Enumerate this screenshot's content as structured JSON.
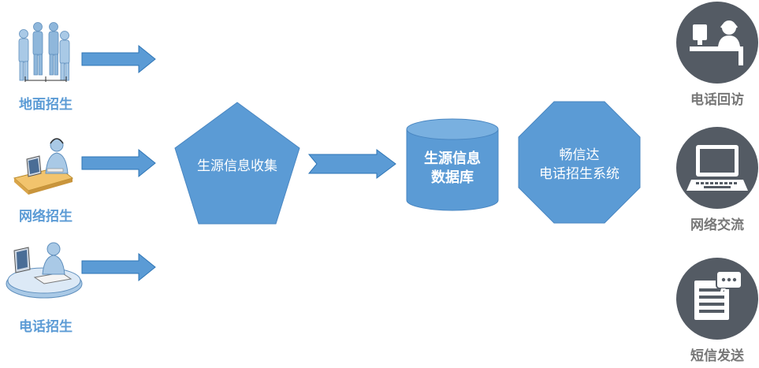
{
  "sources": [
    {
      "label": "地面招生",
      "icon": "crowd-icon"
    },
    {
      "label": "网络招生",
      "icon": "computer-user-icon"
    },
    {
      "label": "电话招生",
      "icon": "phone-operator-icon"
    }
  ],
  "collection": {
    "label": "生源信息收集"
  },
  "database": {
    "line1": "生源信息",
    "line2": "数据库"
  },
  "system": {
    "line1": "畅信达",
    "line2": "电话招生系统"
  },
  "channels": [
    {
      "label": "电话回访",
      "icon": "call-center-icon"
    },
    {
      "label": "网络交流",
      "icon": "laptop-icon"
    },
    {
      "label": "短信发送",
      "icon": "message-icon"
    }
  ],
  "colors": {
    "accent": "#5b9bd5",
    "arrow": "#2e75b6",
    "circle": "#545b64",
    "label_gray": "#777777"
  }
}
